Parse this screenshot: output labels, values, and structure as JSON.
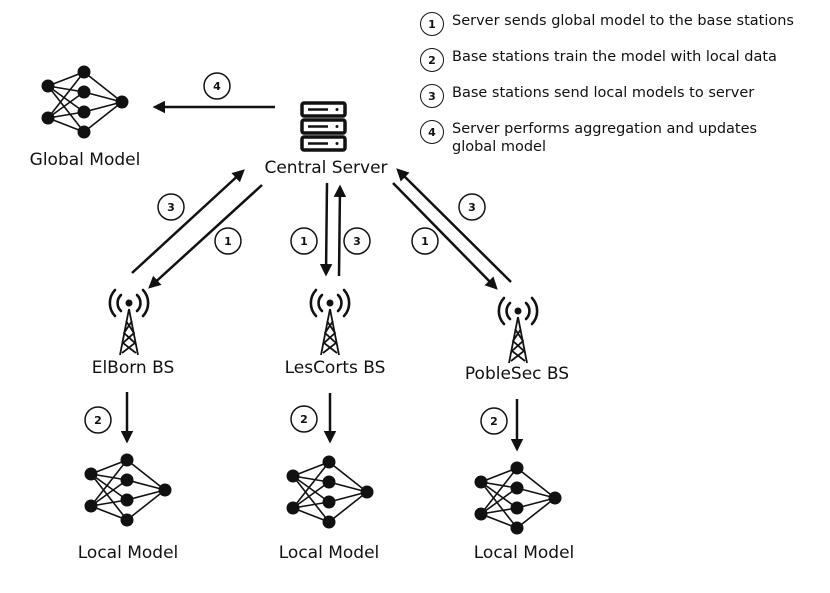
{
  "central_server": {
    "label": "Central Server"
  },
  "global_model": {
    "label": "Global Model"
  },
  "base_stations": [
    {
      "name": "ElBorn BS",
      "model_label": "Local Model"
    },
    {
      "name": "LesCorts BS",
      "model_label": "Local Model"
    },
    {
      "name": "PobleSec BS",
      "model_label": "Local Model"
    }
  ],
  "legend": [
    {
      "step": "1",
      "text": "Server sends global model to the base stations"
    },
    {
      "step": "2",
      "text": "Base stations train the model with local data"
    },
    {
      "step": "3",
      "text": "Base stations send local models to server"
    },
    {
      "step": "4",
      "text": "Server performs aggregation and updates global model"
    }
  ],
  "steps": {
    "send": "1",
    "train": "2",
    "upload": "3",
    "aggregate": "4"
  }
}
